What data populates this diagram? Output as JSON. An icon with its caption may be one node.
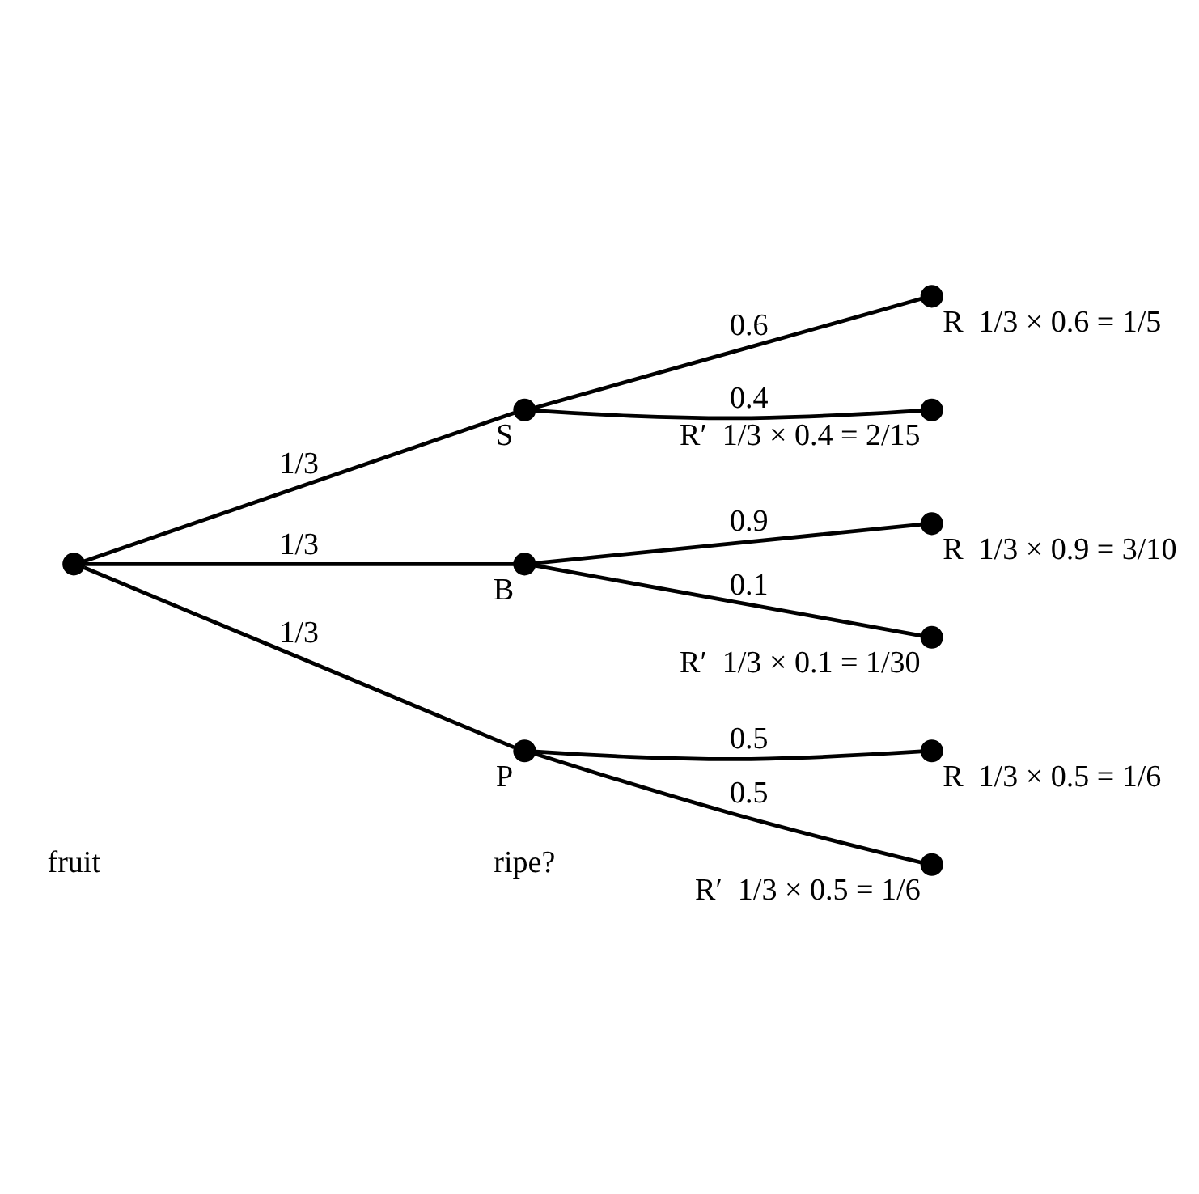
{
  "diagram": {
    "nodes": [
      {
        "text": [],
        "shape": "circle"
      },
      {
        "text": [],
        "shape": "circle",
        "beside": [
          "S"
        ]
      },
      {
        "text": [],
        "shape": "circle",
        "beside": [
          "B"
        ]
      },
      {
        "text": [],
        "shape": "circle",
        "beside": [
          "P"
        ]
      },
      {
        "text": [],
        "shape": "circle",
        "beside": [
          "R",
          "1/3 × 0.6 = 1/5"
        ]
      },
      {
        "text": [],
        "shape": "circle",
        "beside": [
          "R′",
          "1/3 × 0.4 = 2/15"
        ]
      },
      {
        "text": [],
        "shape": "circle",
        "beside": [
          "R",
          "1/3 × 0.9 = 3/10"
        ]
      },
      {
        "text": [],
        "shape": "circle",
        "beside": [
          "R′",
          "1/3 × 0.1 = 1/30"
        ]
      },
      {
        "text": [],
        "shape": "circle",
        "beside": [
          "R",
          "1/3 × 0.5 = 1/6"
        ]
      },
      {
        "text": [],
        "shape": "circle",
        "beside": [
          "R′",
          "1/3 × 0.5 = 1/6"
        ]
      }
    ],
    "edges": [
      {
        "from": 0,
        "to": 1,
        "arrow": "none",
        "label": "1/3"
      },
      {
        "from": 0,
        "to": 2,
        "arrow": "none",
        "label": "1/3"
      },
      {
        "from": 0,
        "to": 3,
        "arrow": "none",
        "label": "1/3"
      },
      {
        "from": 1,
        "to": 4,
        "arrow": "none",
        "label": "0.6"
      },
      {
        "from": 1,
        "to": 5,
        "arrow": "none",
        "label": "0.4"
      },
      {
        "from": 2,
        "to": 6,
        "arrow": "none",
        "label": "0.9"
      },
      {
        "from": 2,
        "to": 7,
        "arrow": "none",
        "label": "0.1"
      },
      {
        "from": 3,
        "to": 8,
        "arrow": "none",
        "label": "0.5"
      },
      {
        "from": 3,
        "to": 9,
        "arrow": "none",
        "label": "0.5"
      }
    ],
    "labels": [
      "fruit",
      "ripe?"
    ]
  }
}
